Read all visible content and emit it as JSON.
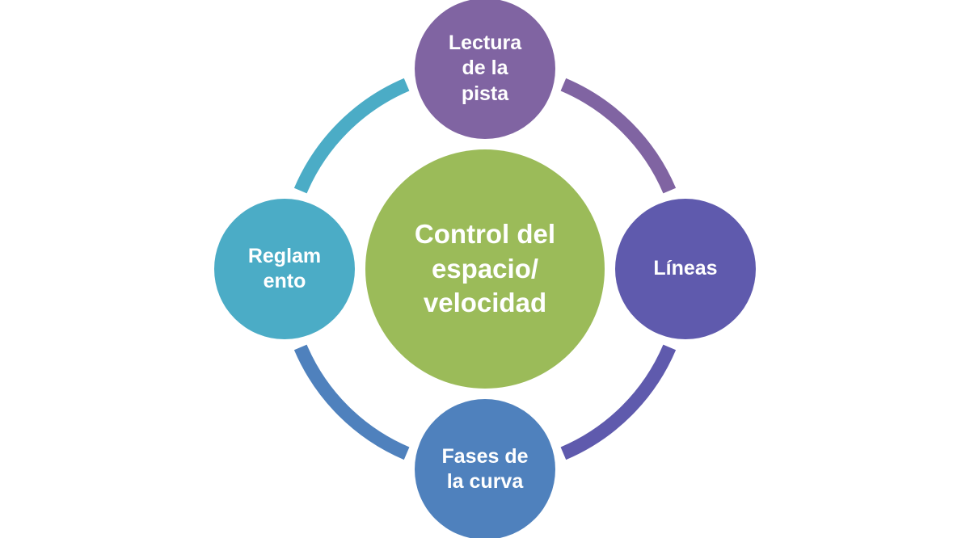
{
  "center": {
    "label": "Control del\nespacio/\nvelocidad",
    "color": "#9BBB59"
  },
  "nodes": [
    {
      "id": "top",
      "label": "Lectura\nde la\npista",
      "color": "#8064A2"
    },
    {
      "id": "right",
      "label": "Líneas",
      "color": "#5F5AAD"
    },
    {
      "id": "bottom",
      "label": "Fases de\nla curva",
      "color": "#4F81BD"
    },
    {
      "id": "left",
      "label": "Reglam\nento",
      "color": "#4BACC6"
    }
  ],
  "arcs": [
    {
      "from": "top",
      "to": "right",
      "color": "#8064A2"
    },
    {
      "from": "right",
      "to": "bottom",
      "color": "#5F5AAD"
    },
    {
      "from": "bottom",
      "to": "left",
      "color": "#4F81BD"
    },
    {
      "from": "left",
      "to": "top",
      "color": "#4BACC6"
    }
  ]
}
